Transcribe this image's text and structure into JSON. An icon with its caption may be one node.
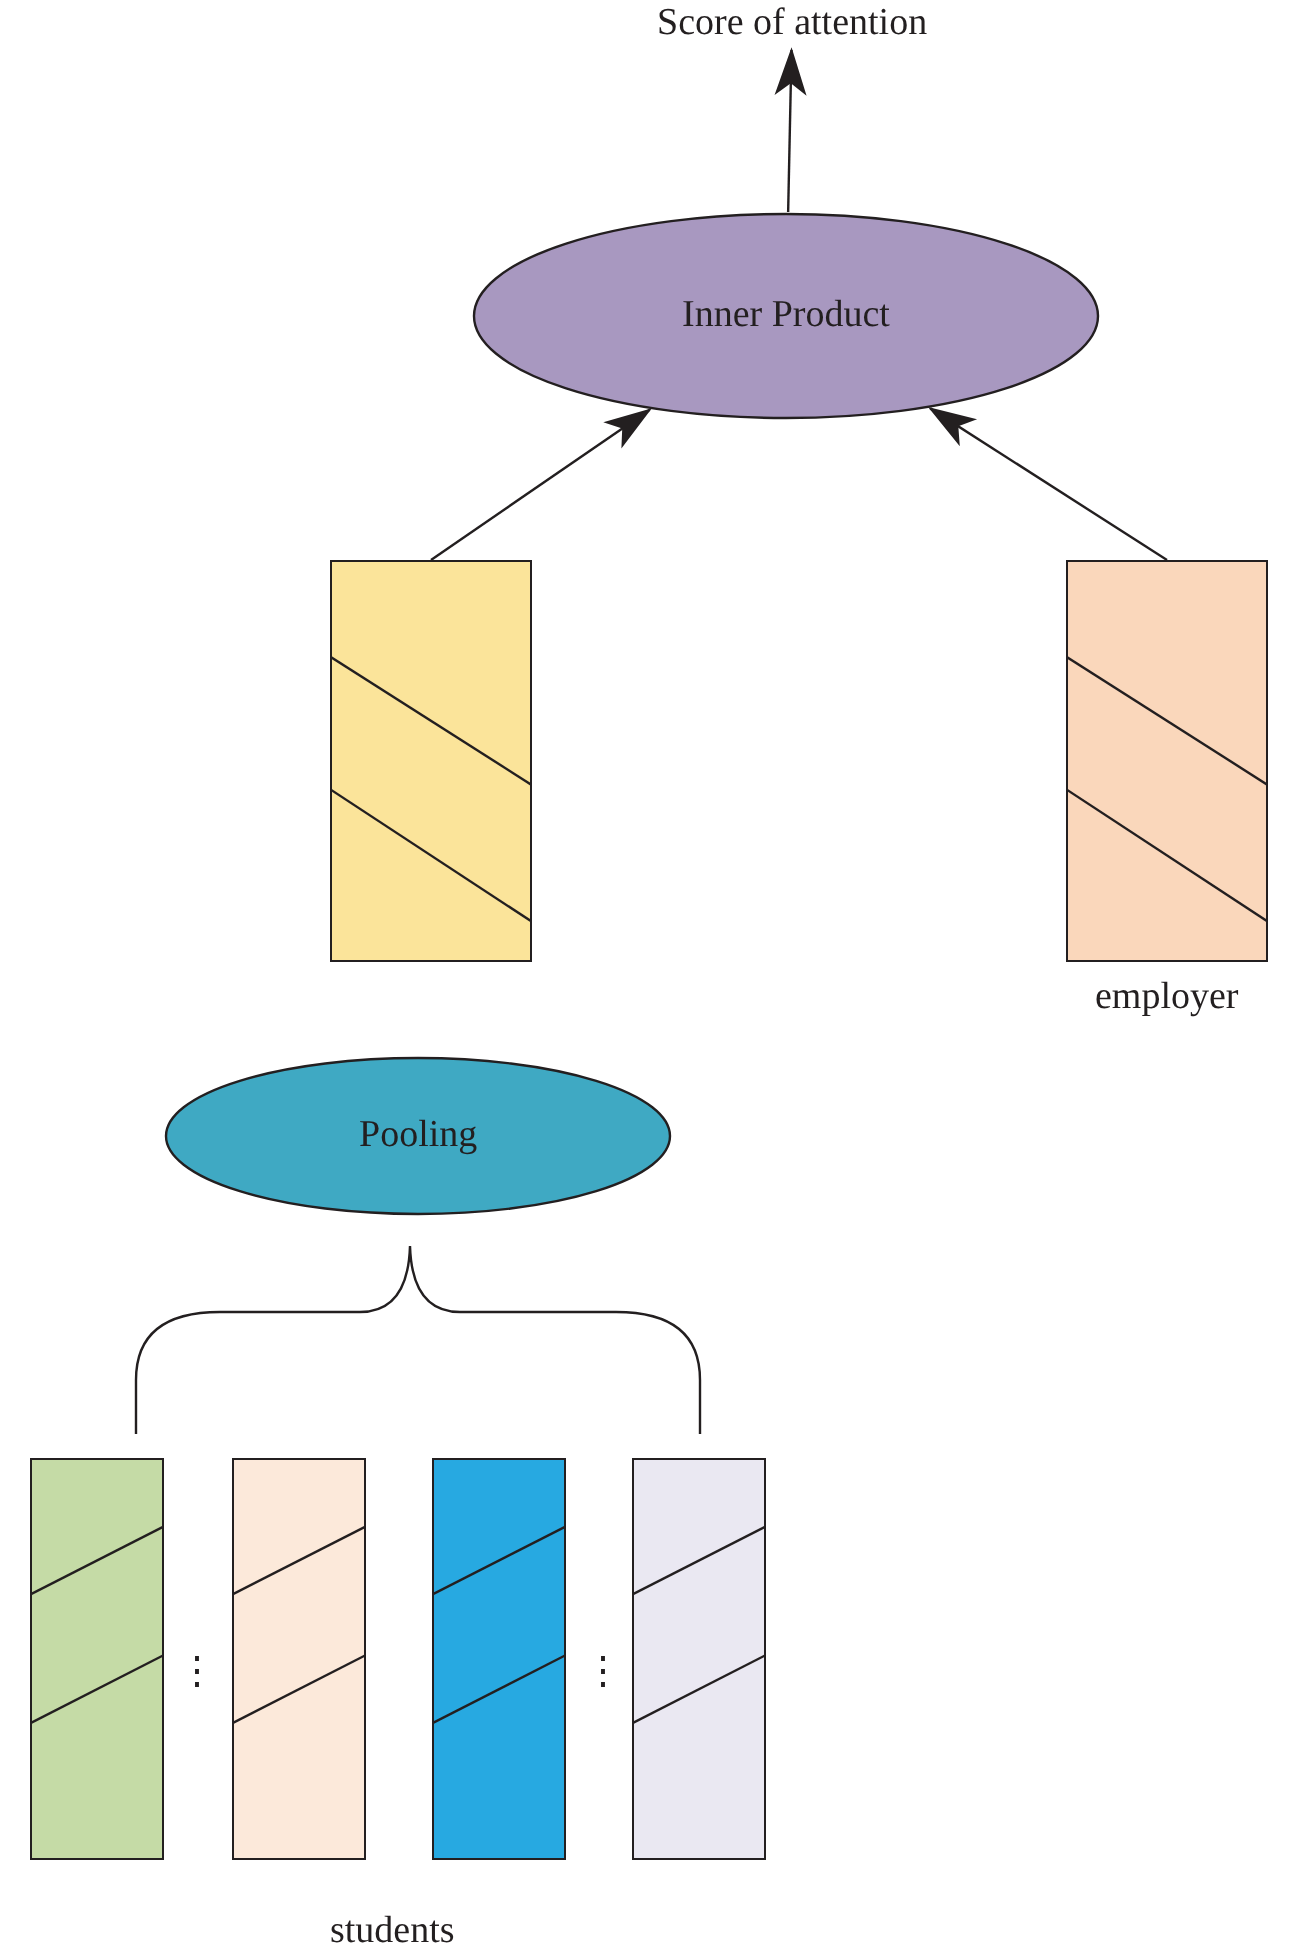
{
  "diagram": {
    "nodes": [
      {
        "text": [
          "Score of attention"
        ]
      },
      {
        "text": [
          "Inner Product"
        ]
      },
      {
        "text": [],
        "shape": "bar"
      },
      {
        "text": [],
        "shape": "bar",
        "beside": [
          "employer"
        ]
      },
      {
        "text": [
          "Pooling"
        ]
      },
      {
        "text": [],
        "shape": "bar"
      },
      {
        "text": [],
        "shape": "bar"
      },
      {
        "text": [],
        "shape": "bar"
      },
      {
        "text": [],
        "shape": "bar"
      }
    ],
    "edges": [
      {
        "from": 2,
        "to": 1,
        "arrow": "to"
      },
      {
        "from": 3,
        "to": 1,
        "arrow": "to"
      },
      {
        "from": 1,
        "to": 0,
        "arrow": "to"
      }
    ],
    "labels": [
      "⋮",
      "⋮",
      "students"
    ]
  }
}
